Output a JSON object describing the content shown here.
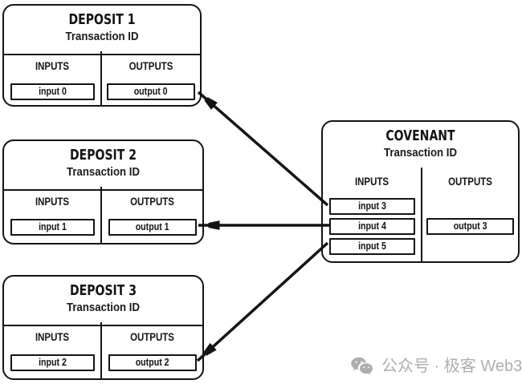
{
  "boxes": {
    "deposit1": {
      "title": "DEPOSIT 1",
      "subtitle": "Transaction ID",
      "inputs_label": "INPUTS",
      "outputs_label": "OUTPUTS",
      "inputs": [
        "input 0"
      ],
      "outputs": [
        "output 0"
      ]
    },
    "deposit2": {
      "title": "DEPOSIT 2",
      "subtitle": "Transaction ID",
      "inputs_label": "INPUTS",
      "outputs_label": "OUTPUTS",
      "inputs": [
        "input 1"
      ],
      "outputs": [
        "output 1"
      ]
    },
    "deposit3": {
      "title": "DEPOSIT 3",
      "subtitle": "Transaction ID",
      "inputs_label": "INPUTS",
      "outputs_label": "OUTPUTS",
      "inputs": [
        "input 2"
      ],
      "outputs": [
        "output 2"
      ]
    },
    "covenant": {
      "title": "COVENANT",
      "subtitle": "Transaction ID",
      "inputs_label": "INPUTS",
      "outputs_label": "OUTPUTS",
      "inputs": [
        "input 3",
        "input 4",
        "input 5"
      ],
      "outputs": [
        "output 3"
      ]
    }
  },
  "connections": [
    {
      "from": "covenant input 3",
      "to": "deposit1 output 0"
    },
    {
      "from": "covenant input 4",
      "to": "deposit2 output 1"
    },
    {
      "from": "covenant input 5",
      "to": "deposit3 output 2"
    }
  ],
  "watermark": {
    "icon": "wechat-icon",
    "text": "公众号 · 极客 Web3",
    "color": "#aeaeae"
  },
  "colors": {
    "line": "#141414",
    "background": "#ffffff"
  }
}
